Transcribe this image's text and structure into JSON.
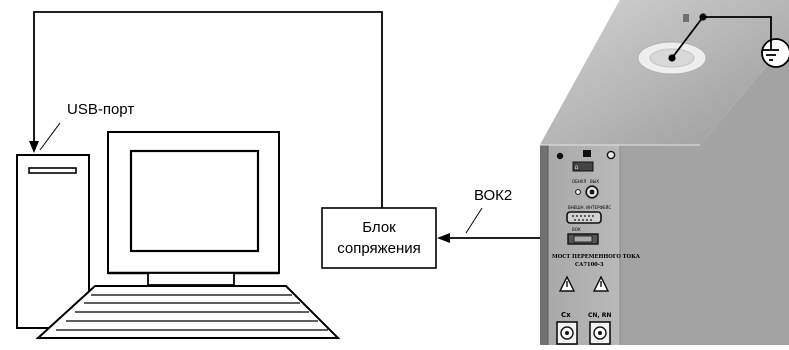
{
  "labels": {
    "usb_port": "USB-порт",
    "block_line1": "Блок",
    "block_line2": "сопряжения",
    "fiber": "ВОК2"
  },
  "device": {
    "title_line1": "МОСТ ПЕРЕМЕННОГО ТОКА",
    "title_line2": "СА7100-3",
    "terminal_left": "Cx",
    "terminal_right": "CN, RN"
  }
}
